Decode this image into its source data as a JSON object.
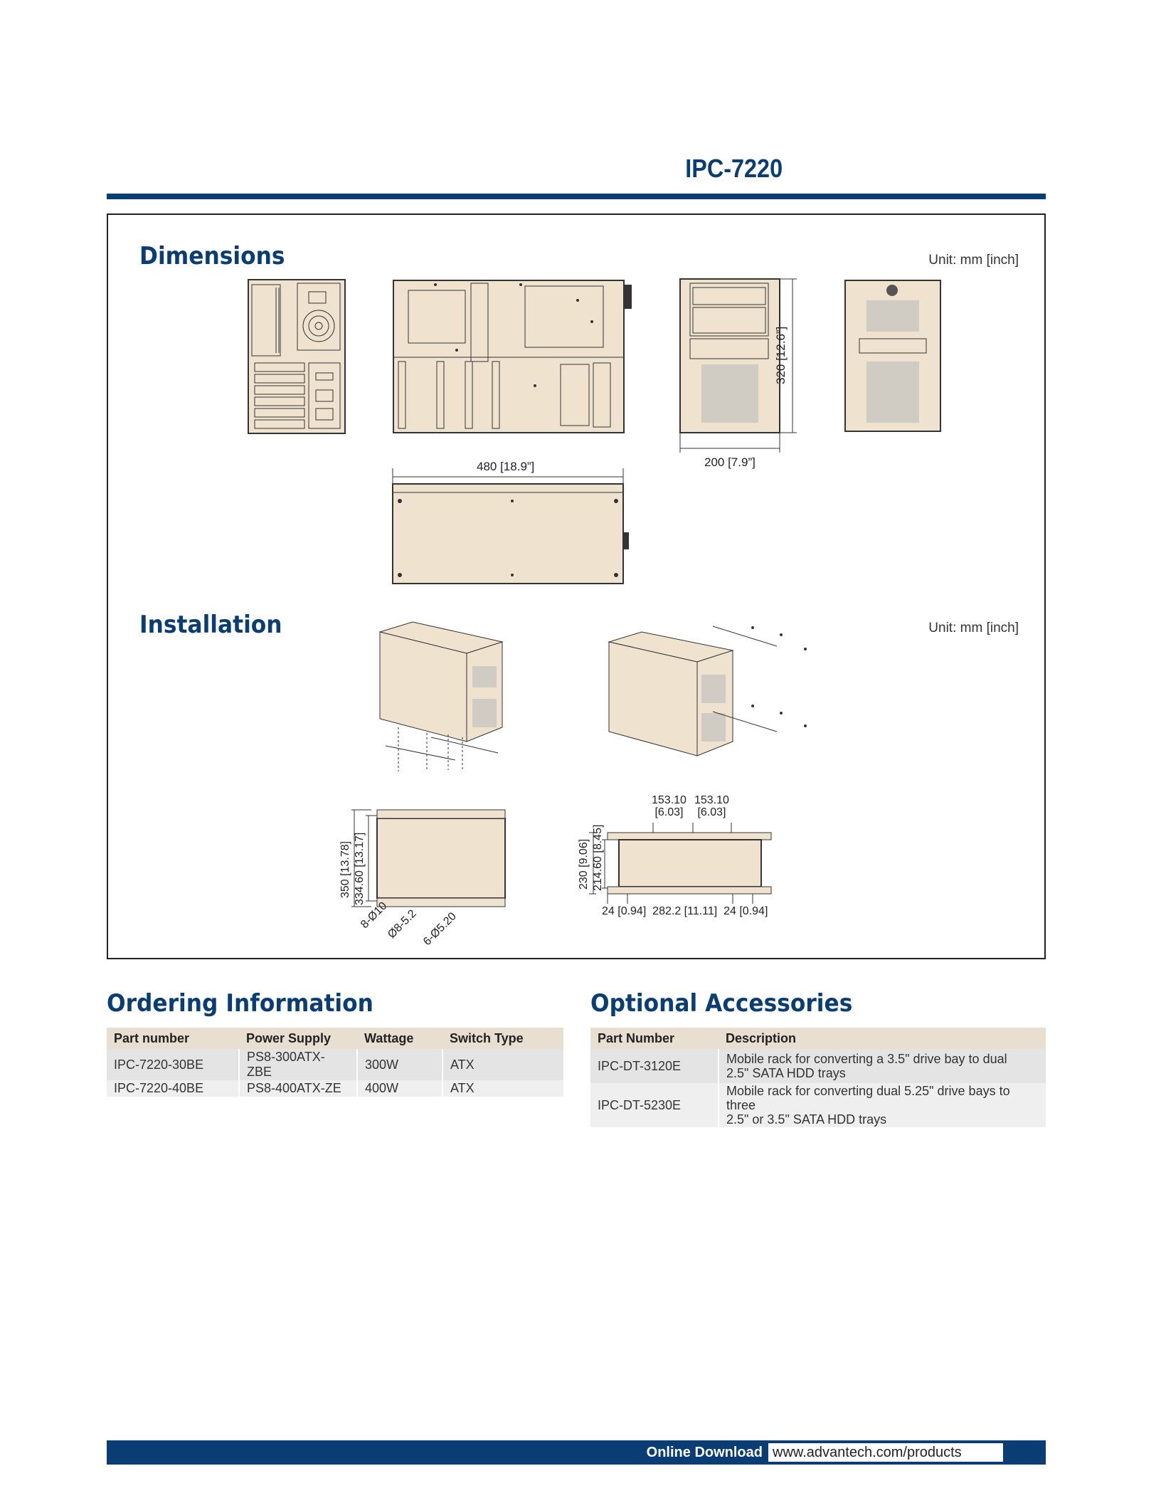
{
  "header": {
    "product": "IPC-7220"
  },
  "dimensions": {
    "heading": "Dimensions",
    "unit": "Unit: mm [inch]",
    "labels": {
      "depth": "480 [18.9”]",
      "width": "200 [7.9”]",
      "height": "320 [12.6”]"
    }
  },
  "installation": {
    "heading": "Installation",
    "unit": "Unit: mm [inch]",
    "labels": {
      "h350": "350 [13.78]",
      "h334": "334.60 [13.17]",
      "hole1": "8-Ø10",
      "hole2": "Ø8-5.2",
      "hole3": "6-Ø5.20",
      "top1": "153.10",
      "top1b": "[6.03]",
      "top2": "153.10",
      "top2b": "[6.03]",
      "v230": "230 [9.06]",
      "v214": "214.60 [8.45]",
      "b1": "24 [0.94]",
      "b2": "282.2 [11.11]",
      "b3": "24 [0.94]"
    }
  },
  "ordering": {
    "heading": "Ordering Information",
    "headers": [
      "Part number",
      "Power Supply",
      "Wattage",
      "Switch Type"
    ],
    "rows": [
      [
        "IPC-7220-30BE",
        "PS8-300ATX-ZBE",
        "300W",
        "ATX"
      ],
      [
        "IPC-7220-40BE",
        "PS8-400ATX-ZE",
        "400W",
        "ATX"
      ]
    ]
  },
  "accessories": {
    "heading": "Optional Accessories",
    "headers": [
      "Part Number",
      "Description"
    ],
    "rows": [
      {
        "part": "IPC-DT-3120E",
        "line1": "Mobile rack for converting a 3.5\" drive bay to dual",
        "line2": "2.5\" SATA HDD trays"
      },
      {
        "part": "IPC-DT-5230E",
        "line1": "Mobile rack for converting dual 5.25\" drive bays to three",
        "line2": "2.5\" or 3.5\" SATA HDD trays"
      }
    ]
  },
  "footer": {
    "label": "Online Download",
    "url": "www.advantech.com/products"
  },
  "colors": {
    "brand": "#0a3d74",
    "chassis": "#efe3cf",
    "table_header": "#e9dfd1"
  }
}
